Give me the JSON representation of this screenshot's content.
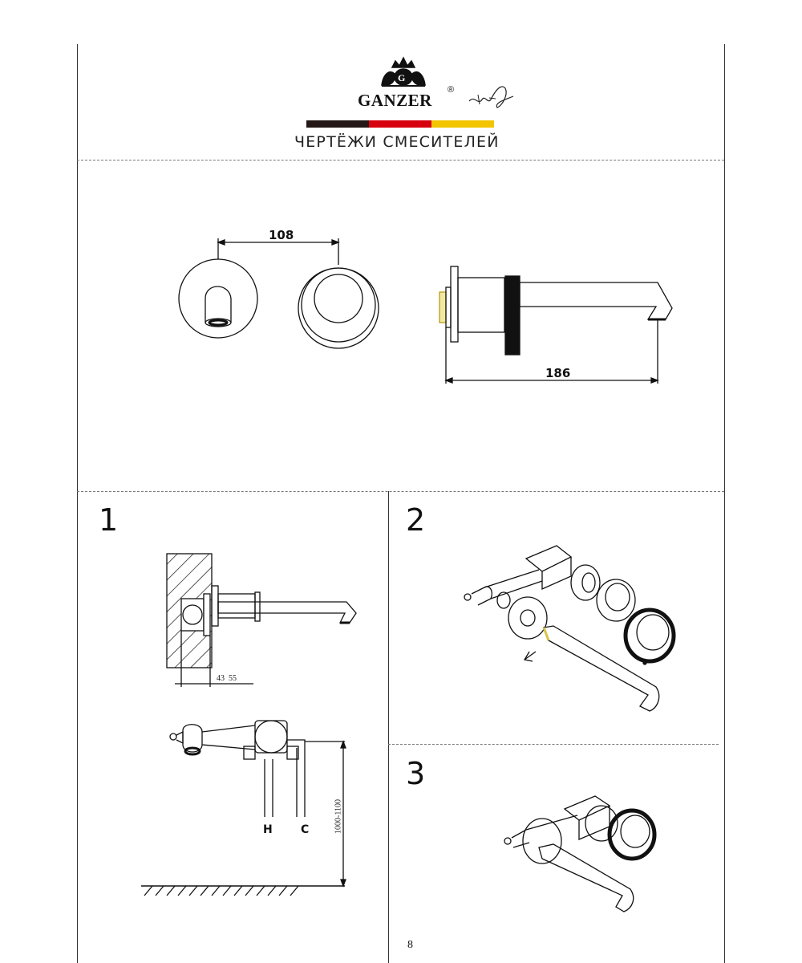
{
  "header": {
    "brand": "GANZER",
    "registered_mark": "®",
    "subtitle": "ЧЕРТЁЖИ СМЕСИТЕЛЕЙ",
    "stripe_colors": [
      "#231815",
      "#d7000f",
      "#f2c500"
    ]
  },
  "drawing": {
    "dim_top": "108",
    "dim_bottom": "186"
  },
  "steps": {
    "step1_label": "1",
    "step2_label": "2",
    "step3_label": "3",
    "step1_wall_dims": "43  55",
    "hot_label": "H",
    "cold_label": "C",
    "height_dim": "1000-1100"
  },
  "footer": {
    "page_number": "8"
  },
  "icons": [
    "crown-logo-icon",
    "signature-icon"
  ]
}
